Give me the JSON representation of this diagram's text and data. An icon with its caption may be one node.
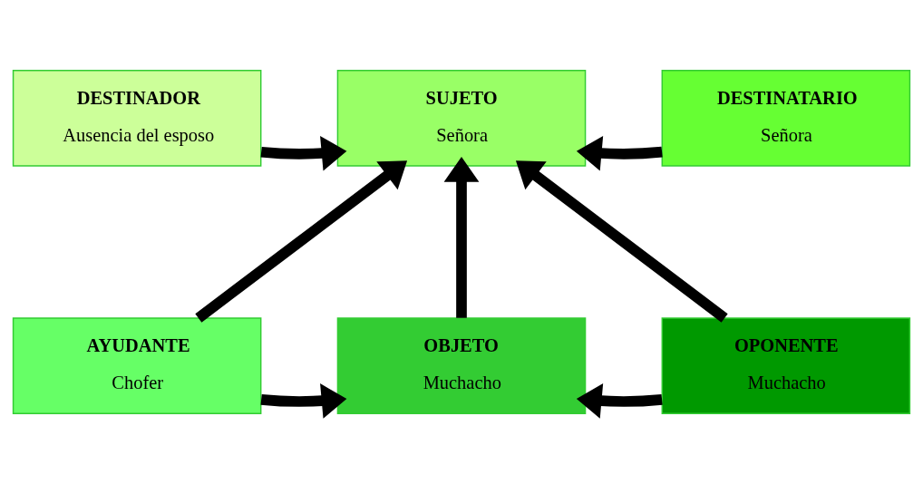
{
  "diagram": {
    "nodes": [
      {
        "text": [
          "DESTINADOR",
          "Ausencia del esposo"
        ]
      },
      {
        "text": [
          "SUJETO",
          "Señora"
        ]
      },
      {
        "text": [
          "DESTINATARIO",
          "Señora"
        ]
      },
      {
        "text": [
          "AYUDANTE",
          "Chofer"
        ]
      },
      {
        "text": [
          "OBJETO",
          "Muchacho"
        ]
      },
      {
        "text": [
          "OPONENTE",
          "Muchacho"
        ]
      }
    ],
    "edges": [
      {
        "from": 0,
        "to": 1,
        "arrow": "to"
      },
      {
        "from": 2,
        "to": 1,
        "arrow": "to"
      },
      {
        "from": 3,
        "to": 1,
        "arrow": "to"
      },
      {
        "from": 4,
        "to": 1,
        "arrow": "to"
      },
      {
        "from": 5,
        "to": 1,
        "arrow": "to"
      },
      {
        "from": 3,
        "to": 4,
        "arrow": "to"
      },
      {
        "from": 5,
        "to": 4,
        "arrow": "to"
      }
    ]
  }
}
